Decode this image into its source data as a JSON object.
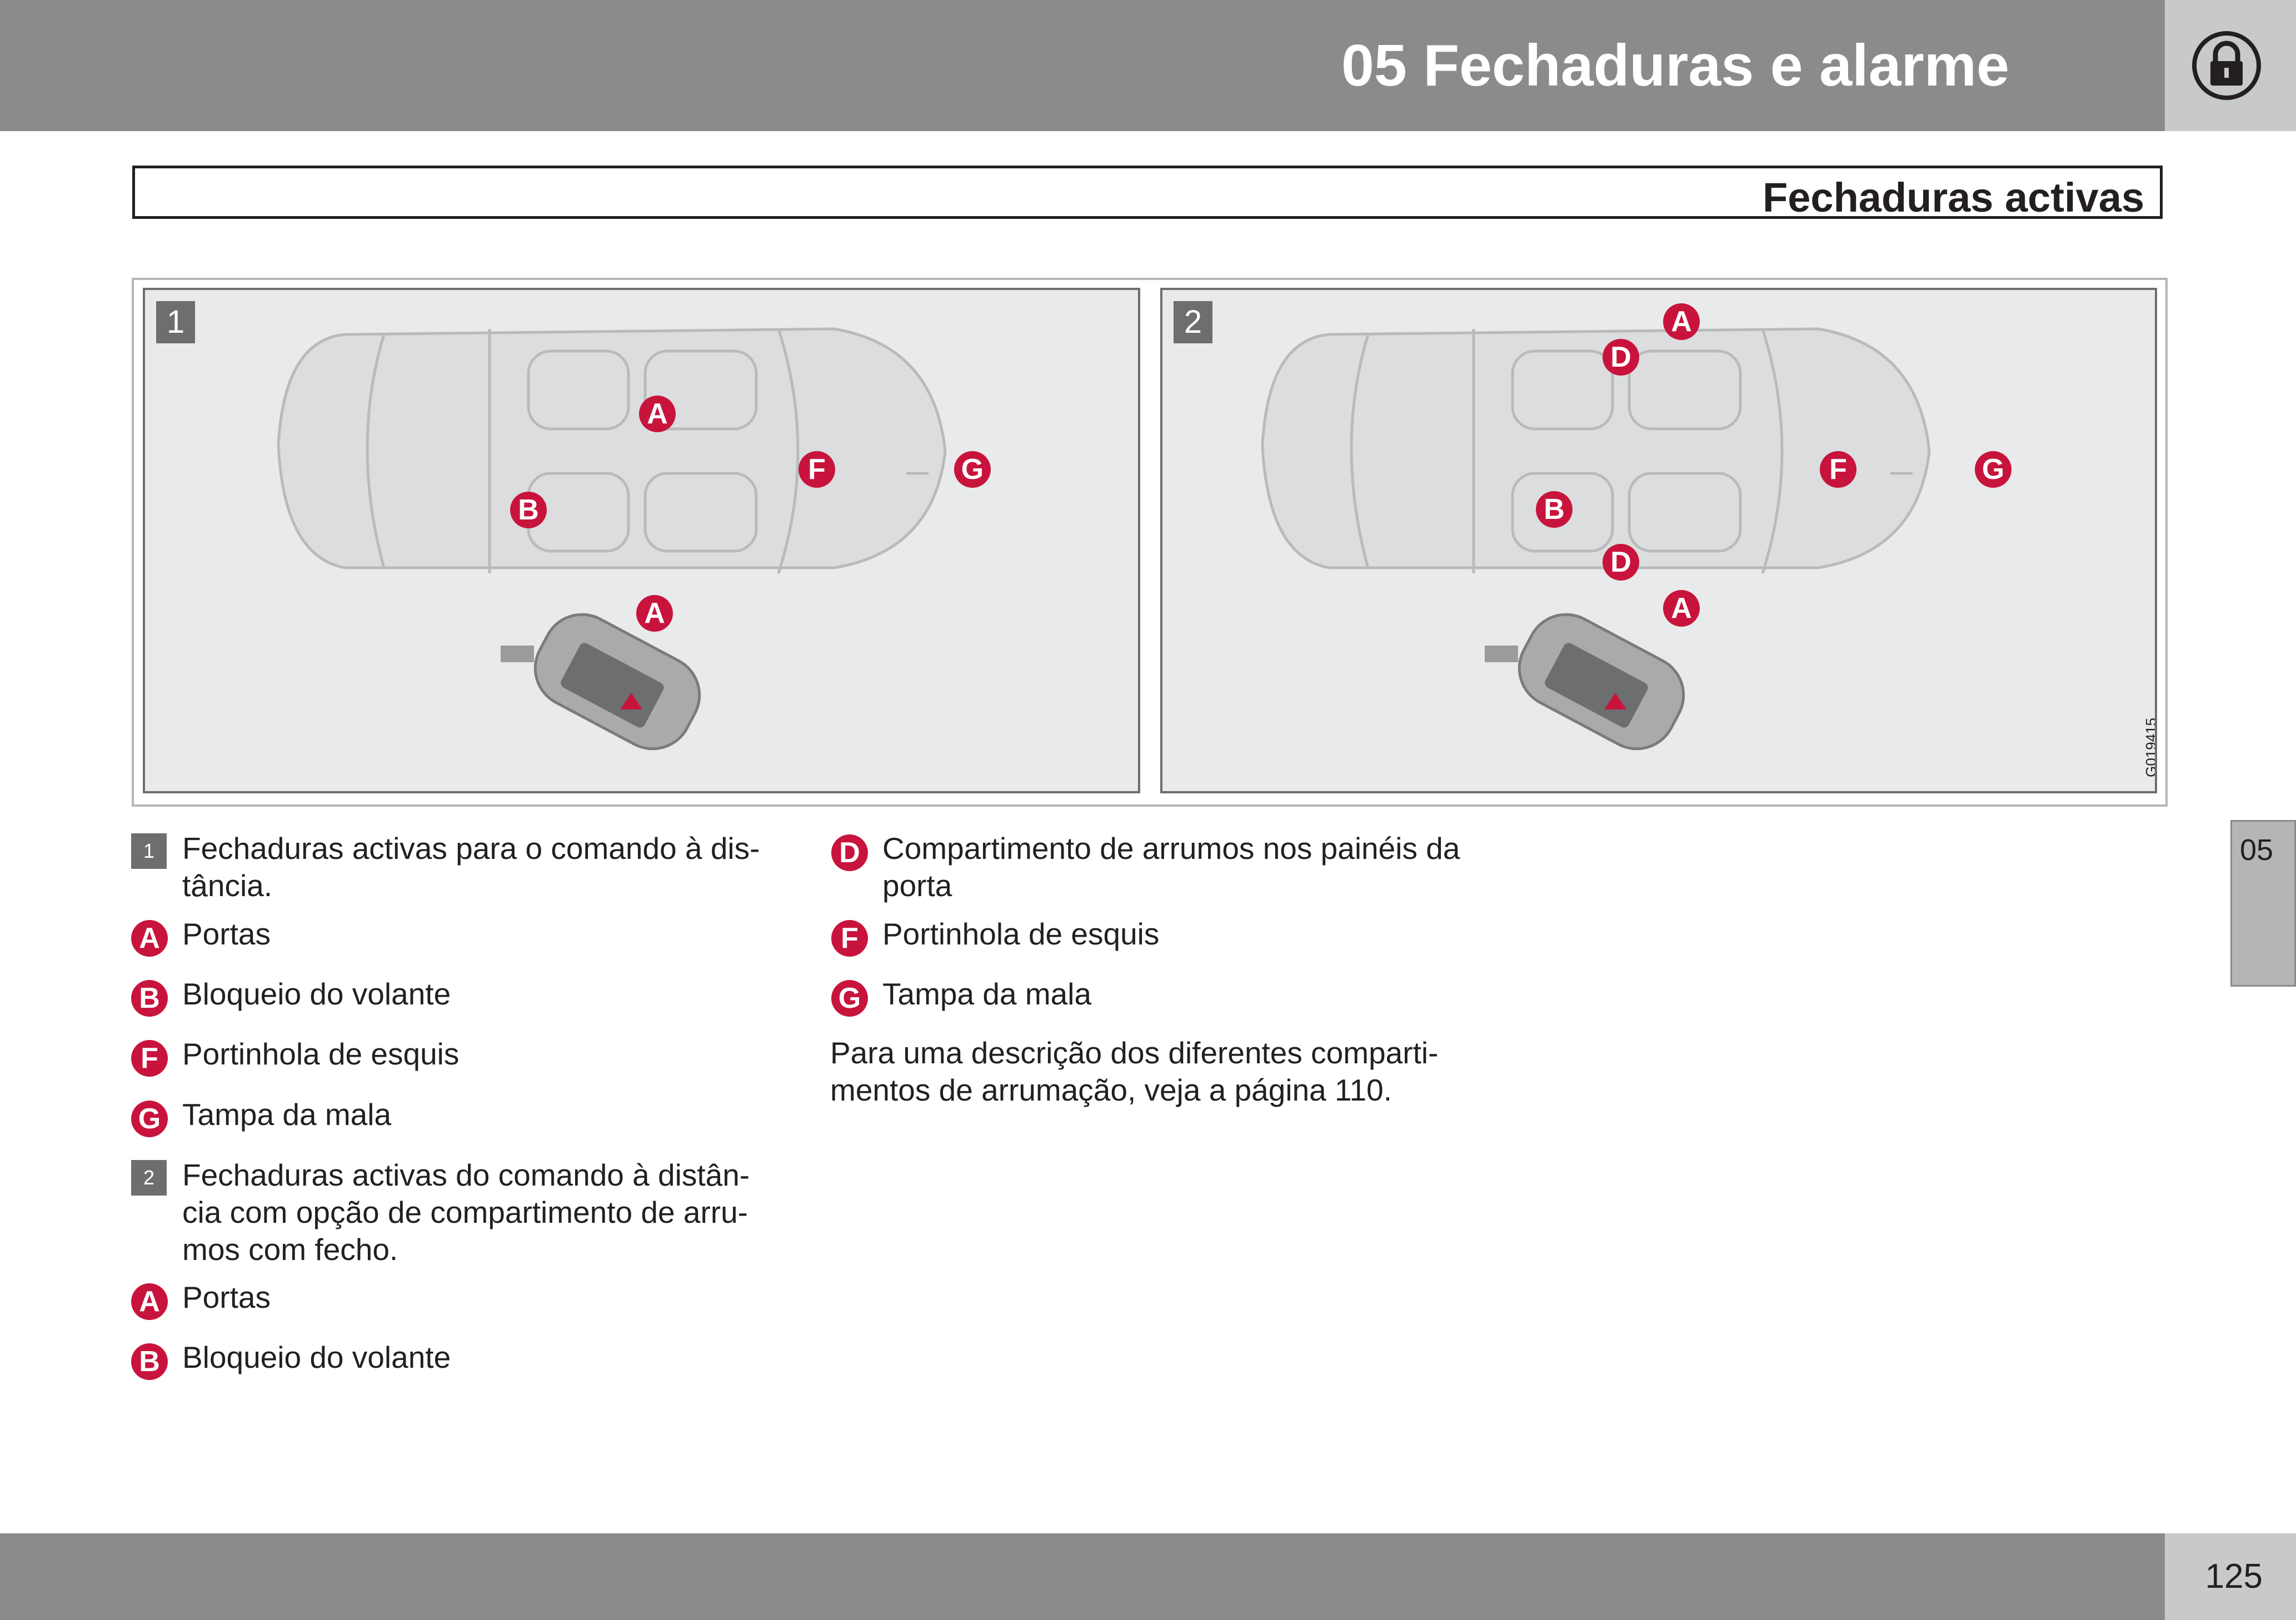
{
  "header": {
    "chapter_title": "05 Fechaduras e alarme",
    "icon": "padlock-icon"
  },
  "section": {
    "title": "Fechaduras activas"
  },
  "figure": {
    "code": "G019415",
    "panels": [
      {
        "number": "1",
        "labels": [
          "A",
          "B",
          "F",
          "G",
          "A"
        ]
      },
      {
        "number": "2",
        "labels": [
          "A",
          "D",
          "B",
          "F",
          "G",
          "D",
          "A"
        ]
      }
    ]
  },
  "legend": {
    "col1": [
      {
        "marker": "1",
        "text_lines": [
          "Fechaduras activas para o comando à dis-",
          "tância."
        ]
      },
      {
        "marker": "A",
        "text_lines": [
          "Portas"
        ]
      },
      {
        "marker": "B",
        "text_lines": [
          "Bloqueio do volante"
        ]
      },
      {
        "marker": "F",
        "text_lines": [
          "Portinhola de esquis"
        ]
      },
      {
        "marker": "G",
        "text_lines": [
          "Tampa da mala"
        ]
      },
      {
        "marker": "2",
        "text_lines": [
          "Fechaduras activas do comando à distân-",
          "cia com opção de compartimento de arru-",
          "mos com fecho."
        ]
      },
      {
        "marker": "A",
        "text_lines": [
          "Portas"
        ]
      },
      {
        "marker": "B",
        "text_lines": [
          "Bloqueio do volante"
        ]
      }
    ],
    "col2": [
      {
        "marker": "D",
        "text_lines": [
          "Compartimento de arrumos nos painéis da",
          "porta"
        ]
      },
      {
        "marker": "F",
        "text_lines": [
          "Portinhola de esquis"
        ]
      },
      {
        "marker": "G",
        "text_lines": [
          "Tampa da mala"
        ]
      }
    ],
    "paragraph_lines": [
      "Para uma descrição dos diferentes comparti-",
      "mentos de arrumação, veja a página 110."
    ]
  },
  "side_tab": {
    "label": "05"
  },
  "footer": {
    "page_number": "125"
  },
  "colors": {
    "header_gray": "#8a8b8d",
    "marker_red": "#c8143c",
    "panel_bg": "#e9eaeb"
  }
}
